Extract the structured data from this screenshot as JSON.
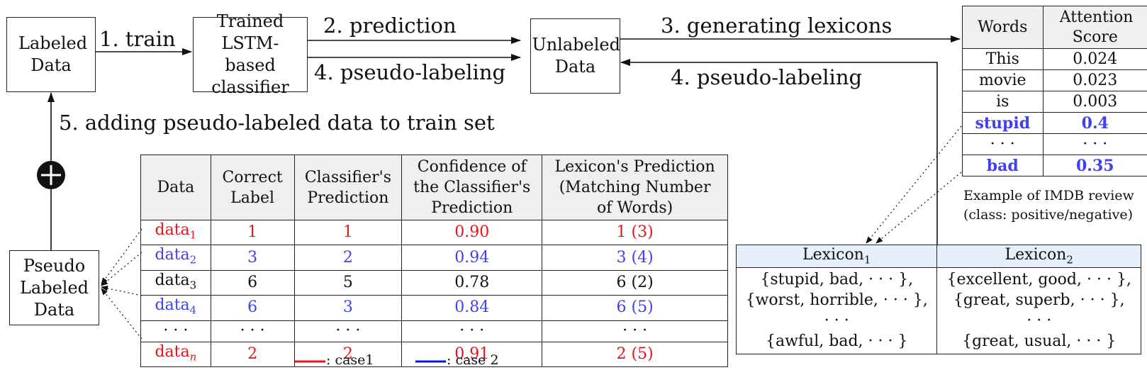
{
  "boxes": {
    "labeled": "Labeled Data",
    "trained": "Trained LSTM-based classifier",
    "unlabeled": "Unlabeled Data",
    "pseudo": "Pseudo Labeled Data"
  },
  "steps": {
    "train": "1.  train",
    "prediction": "2.  prediction",
    "pseudo_left": "4.  pseudo-labeling",
    "generating": "3.  generating lexicons",
    "pseudo_right": "4.  pseudo-labeling",
    "adding": "5.  adding pseudo-labeled data to train set"
  },
  "plus_symbol": "+",
  "main_table": {
    "headers": [
      "Data",
      "Correct Label",
      "Classifier's Prediction",
      "Confidence of the Classifier's Prediction",
      "Lexicon's Prediction (Matching Number of Words)"
    ],
    "rows": [
      {
        "data": "data",
        "sub": "1",
        "correct": "1",
        "pred": "1",
        "conf": "0.90",
        "lex": "1 (3)",
        "color": "#e8141b"
      },
      {
        "data": "data",
        "sub": "2",
        "correct": "3",
        "pred": "2",
        "conf": "0.94",
        "lex": "3 (4)",
        "color": "#4040ee"
      },
      {
        "data": "data",
        "sub": "3",
        "correct": "6",
        "pred": "5",
        "conf": "0.78",
        "lex": "6 (2)",
        "color": "#111111"
      },
      {
        "data": "data",
        "sub": "4",
        "correct": "6",
        "pred": "3",
        "conf": "0.84",
        "lex": "6 (5)",
        "color": "#4040ee"
      },
      {
        "data": "· · ·",
        "sub": "",
        "correct": "· · ·",
        "pred": "· · ·",
        "conf": "· · ·",
        "lex": "· · ·",
        "color": "#111111"
      },
      {
        "data": "data",
        "sub": "n",
        "correct": "2",
        "pred": "2",
        "conf": "0.91",
        "lex": "2 (5)",
        "color": "#e8141b"
      }
    ]
  },
  "legend": {
    "case1": ": case1",
    "case2": ": case 2",
    "case1_color": "#e8141b",
    "case2_color": "#1010ee"
  },
  "attention_table": {
    "headers": [
      "Words",
      "Attention Score"
    ],
    "rows": [
      {
        "word": "This",
        "score": "0.024",
        "highlight": false
      },
      {
        "word": "movie",
        "score": "0.023",
        "highlight": false
      },
      {
        "word": "is",
        "score": "0.003",
        "highlight": false
      },
      {
        "word": "stupid",
        "score": "0.4",
        "highlight": true
      },
      {
        "word": "· · ·",
        "score": "· · ·",
        "highlight": false
      },
      {
        "word": "bad",
        "score": "0.35",
        "highlight": true
      }
    ],
    "caption_line1": "Example of IMDB review",
    "caption_line2": "(class: positive/negative)"
  },
  "lexicon_table": {
    "headers": [
      {
        "name": "Lexicon",
        "sub": "1"
      },
      {
        "name": "Lexicon",
        "sub": "2"
      }
    ],
    "col1": [
      "{stupid, bad, · · · },",
      "{worst, horrible, · · · },",
      "· · ·",
      "{awful, bad, · · · }"
    ],
    "col2": [
      "{excellent, good, · · · },",
      "{great, superb, · · · },",
      "· · ·",
      "{great, usual, · · · }"
    ]
  }
}
